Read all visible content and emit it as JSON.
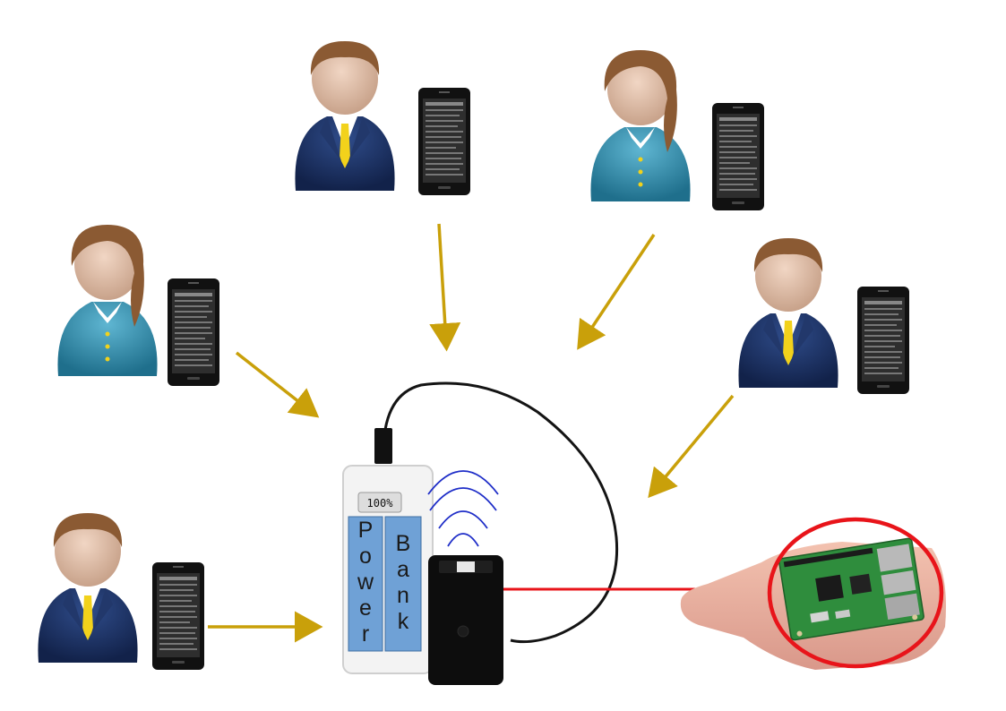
{
  "diagram": {
    "power_bank": {
      "label_left": [
        "P",
        "o",
        "w",
        "e",
        "r"
      ],
      "label_right": [
        "B",
        "a",
        "n",
        "k"
      ],
      "display": "100%"
    },
    "users": [
      {
        "id": "user-1",
        "gender": "male",
        "shirt": "navy"
      },
      {
        "id": "user-2",
        "gender": "female",
        "shirt": "teal"
      },
      {
        "id": "user-3",
        "gender": "female",
        "shirt": "teal"
      },
      {
        "id": "user-4",
        "gender": "male",
        "shirt": "navy"
      },
      {
        "id": "user-5",
        "gender": "male",
        "shirt": "navy"
      }
    ],
    "colors": {
      "arrow": "#c9a00a",
      "link": "#e8141a",
      "wifi": "#1f2ec8",
      "bank_panel": "#6fa1d6",
      "navy_suit": "#1b2f5e",
      "teal_shirt": "#2f8aa8",
      "tie": "#f2d21b"
    },
    "icons": [
      "user-icon",
      "smartphone-icon",
      "wifi-icon",
      "power-bank-icon",
      "router-icon",
      "raspberry-pi-board-icon",
      "usb-cable-icon"
    ]
  }
}
